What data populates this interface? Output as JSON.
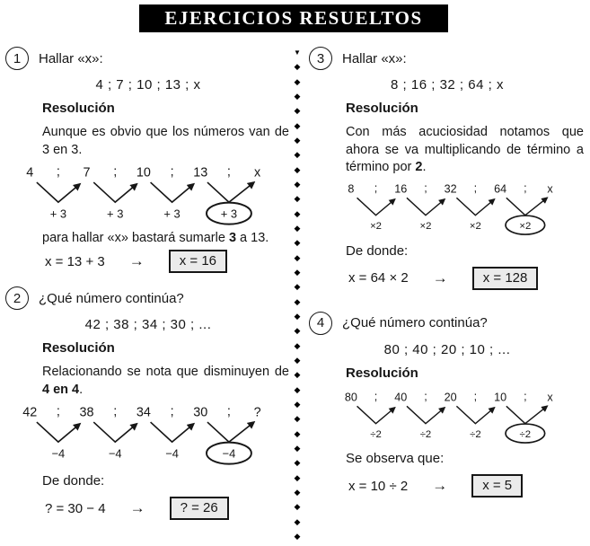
{
  "title": "EJERCICIOS RESUELTOS",
  "sep": ";",
  "arrow": "→",
  "divider": {
    "top_glyph": "▼",
    "glyph": "◆"
  },
  "colors": {
    "ink": "#161616",
    "band_bg": "#000000",
    "band_text": "#ffffff",
    "answer_box_bg": "#ebebeb"
  },
  "exercises": [
    {
      "number": "1",
      "prompt": "Hallar «x»:",
      "sequence": "4 ; 7 ; 10 ; 13 ; x",
      "resolution_heading": "Resolución",
      "body": "Aunque es obvio que los números van de 3 en 3.",
      "diagram": {
        "terms": [
          "4",
          "7",
          "10",
          "13",
          "x"
        ],
        "ops": [
          "+ 3",
          "+ 3",
          "+ 3",
          "+ 3"
        ],
        "circled_op_index": 3
      },
      "conclusion_pre": "para hallar «x» bastará sumarle ",
      "conclusion_bold": "3",
      "conclusion_post": " a 13.",
      "equation": {
        "lhs": "x = 13 + 3",
        "result": "x = 16"
      }
    },
    {
      "number": "2",
      "prompt": "¿Qué número continúa?",
      "sequence": "42 ; 38 ; 34 ; 30 ; ...",
      "resolution_heading": "Resolución",
      "body_pre": "Relacionando se nota que disminuyen de ",
      "body_bold": "4 en 4",
      "body_post": ".",
      "diagram": {
        "terms": [
          "42",
          "38",
          "34",
          "30",
          "?"
        ],
        "ops": [
          "−4",
          "−4",
          "−4",
          "−4"
        ],
        "circled_op_index": 3
      },
      "lead_in": "De donde:",
      "equation": {
        "lhs": "? = 30 − 4",
        "result": "? = 26"
      }
    },
    {
      "number": "3",
      "prompt": "Hallar «x»:",
      "sequence": "8 ; 16 ; 32 ; 64 ; x",
      "resolution_heading": "Resolución",
      "body_pre": "Con más acuciosidad notamos que ahora se va multiplicando de término a término por ",
      "body_bold": "2",
      "body_post": ".",
      "diagram": {
        "terms": [
          "8",
          "16",
          "32",
          "64",
          "x"
        ],
        "ops": [
          "×2",
          "×2",
          "×2",
          "×2"
        ],
        "circled_op_index": 3
      },
      "lead_in": "De donde:",
      "equation": {
        "lhs": "x = 64 × 2",
        "result": "x = 128"
      }
    },
    {
      "number": "4",
      "prompt": "¿Qué número continúa?",
      "sequence": "80 ; 40 ; 20 ; 10 ; ...",
      "resolution_heading": "Resolución",
      "diagram": {
        "terms": [
          "80",
          "40",
          "20",
          "10",
          "x"
        ],
        "ops": [
          "÷2",
          "÷2",
          "÷2",
          "÷2"
        ],
        "circled_op_index": 3
      },
      "lead_in": "Se observa que:",
      "equation": {
        "lhs": "x = 10 ÷ 2",
        "result": "x = 5"
      }
    }
  ]
}
